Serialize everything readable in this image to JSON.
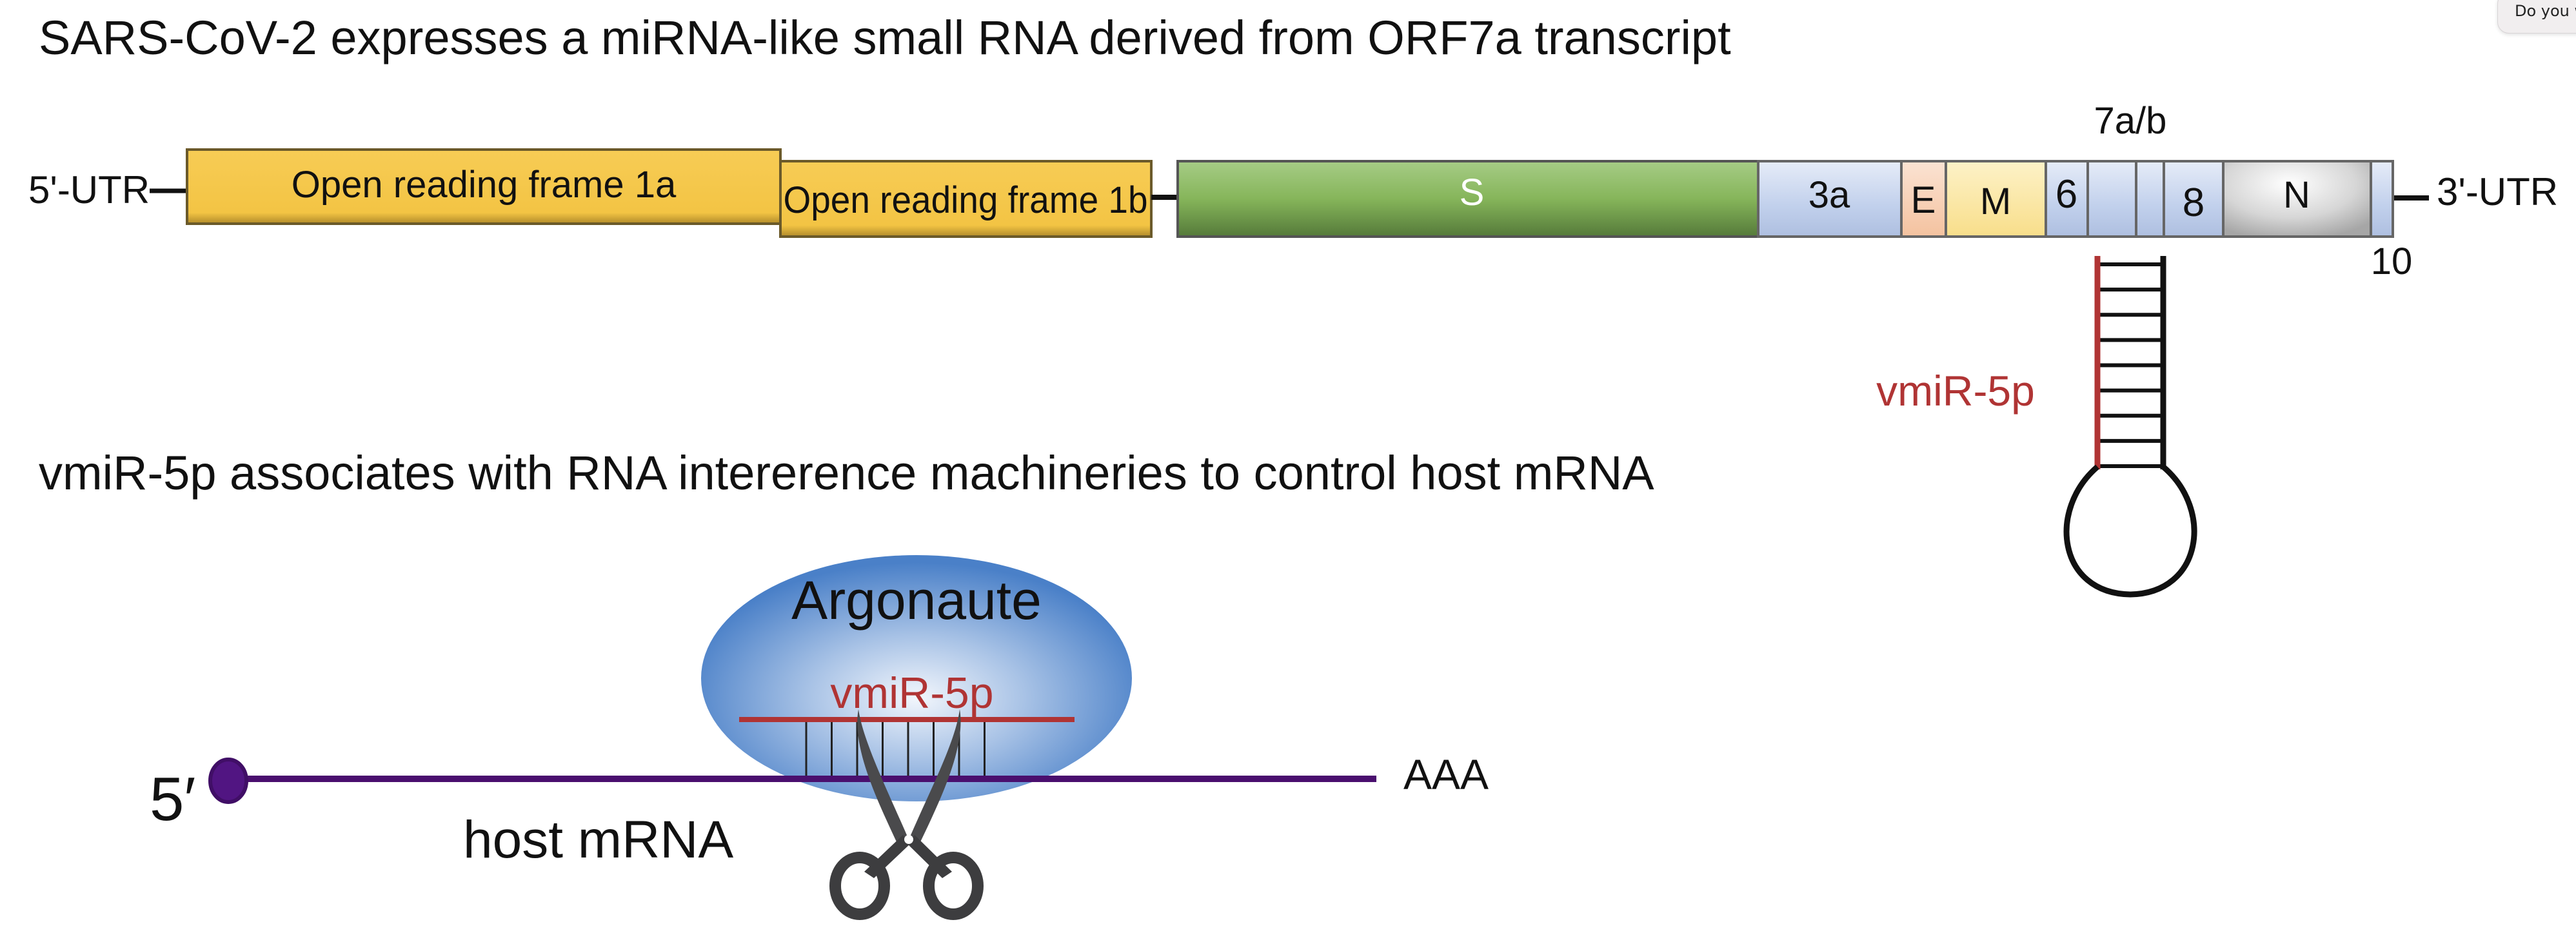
{
  "headings": {
    "top": "SARS-CoV-2 expresses a miRNA-like small RNA derived from ORF7a transcript",
    "bottom": "vmiR-5p associates with RNA intererence machineries to control host mRNA"
  },
  "genome": {
    "utr5_label": "5'-UTR",
    "utr3_label": "3'-UTR",
    "orf7ab_label": "7a/b",
    "orf10_label": "10",
    "segments": [
      {
        "id": "orf1a",
        "label": "Open reading frame 1a",
        "color": "#f5c54a"
      },
      {
        "id": "orf1b",
        "label": "Open reading frame 1b",
        "color": "#f5c54a"
      },
      {
        "id": "s",
        "label": "S",
        "color": "#7aab4f"
      },
      {
        "id": "3a",
        "label": "3a",
        "color": "#c3d2ec"
      },
      {
        "id": "e",
        "label": "E",
        "color": "#f6ccae"
      },
      {
        "id": "m",
        "label": "M",
        "color": "#fbe6a0"
      },
      {
        "id": "6",
        "label": "6",
        "color": "#c3d2ec"
      },
      {
        "id": "7a",
        "label": "",
        "color": "#c3d2ec"
      },
      {
        "id": "7b",
        "label": "",
        "color": "#c3d2ec"
      },
      {
        "id": "8",
        "label": "8",
        "color": "#c3d2ec"
      },
      {
        "id": "n",
        "label": "N",
        "color": "#d4d4d4"
      },
      {
        "id": "10",
        "label": "",
        "color": "#c3d2ec"
      }
    ]
  },
  "hairpin": {
    "label": "vmiR-5p",
    "label_color": "#b03434",
    "base_pairs": 9
  },
  "mechanism": {
    "argonaute_label": "Argonaute",
    "vmir_label": "vmiR-5p",
    "vmir_color": "#b03434",
    "mrna_color": "#4a0f6e",
    "five_prime_label": "5′",
    "host_mrna_label": "host mRNA",
    "polya_label": "AAA",
    "pairing_lines": 8
  },
  "popup": {
    "text": "Do you w"
  }
}
